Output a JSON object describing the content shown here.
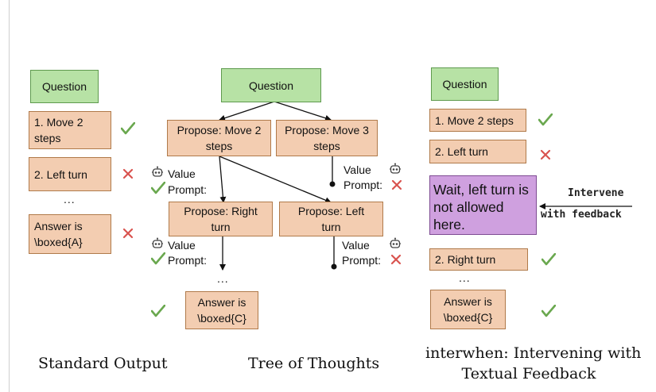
{
  "standard": {
    "question": "Question",
    "step1": "1. Move 2 steps",
    "step2": "2. Left turn",
    "dots": "...",
    "answer": "Answer is \\boxed{A}",
    "caption": "Standard Output"
  },
  "tot": {
    "question": "Question",
    "propose_a": "Propose: Move 2 steps",
    "propose_b": "Propose: Move 3 steps",
    "propose_c": "Propose: Right turn",
    "propose_d": "Propose: Left turn",
    "value_label": "Value",
    "prompt_label": "Prompt:",
    "dots": "...",
    "answer": "Answer is \\boxed{C}",
    "caption": "Tree of Thoughts"
  },
  "interwhen": {
    "question": "Question",
    "step1": "1. Move 2 steps",
    "step2": "2. Left turn",
    "feedback": "Wait, left turn is not allowed here.",
    "intervene_label_1": "Intervene",
    "intervene_label_2": "with feedback",
    "step3": "2. Right turn",
    "dots": "...",
    "answer": "Answer is \\boxed{C}",
    "caption_line1": "interwhen: Intervening with",
    "caption_line2": "Textual Feedback"
  },
  "icons": {
    "check": "check-icon",
    "cross": "cross-icon",
    "robot": "robot-icon"
  },
  "colors": {
    "step_box": "#f3cdb1",
    "question_box": "#b7e2a5",
    "feedback_box": "#cfa0df",
    "check": "#6aa84f",
    "cross": "#d9534f"
  }
}
